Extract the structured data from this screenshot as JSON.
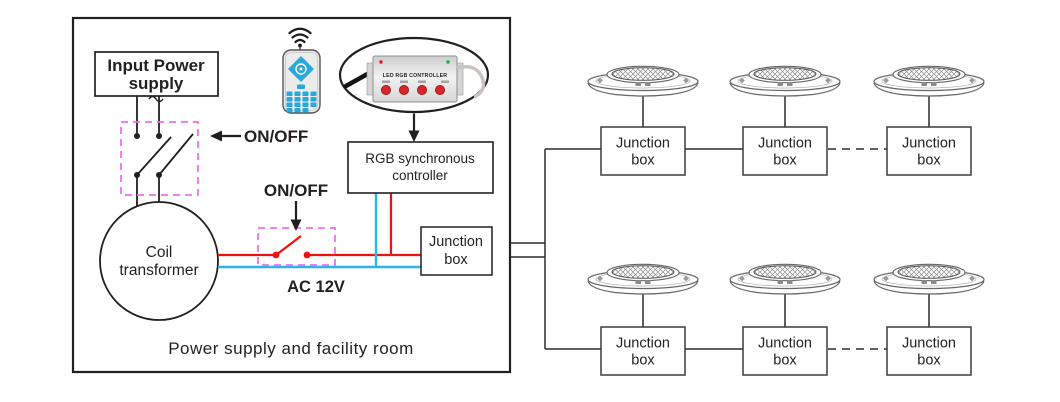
{
  "colors": {
    "wire_red": "#ee1111",
    "wire_blue": "#2ab4ea",
    "switch_dashed_magenta": "#f16ef0",
    "diagram_line": "#231f20"
  },
  "facility_room": {
    "room_label": "Power supply and facility room",
    "input_power_supply": {
      "line1": "Input Power",
      "line2": "supply"
    },
    "main_switch_label": "ON/OFF",
    "ac_switch_label": "ON/OFF",
    "coil_transformer": {
      "line1": "Coil",
      "line2": "transformer"
    },
    "ac_voltage_label": "AC 12V",
    "rgb_controller": {
      "line1": "RGB synchronous",
      "line2": "controller"
    },
    "junction_box": {
      "line1": "Junction",
      "line2": "box"
    },
    "controller_device_text": "LED RGB CONTROLLER"
  },
  "pool_lights": {
    "rows": [
      {
        "junction_boxes": [
          {
            "line1": "Junction",
            "line2": "box"
          },
          {
            "line1": "Junction",
            "line2": "box"
          },
          {
            "line1": "Junction",
            "line2": "box"
          }
        ]
      },
      {
        "junction_boxes": [
          {
            "line1": "Junction",
            "line2": "box"
          },
          {
            "line1": "Junction",
            "line2": "box"
          },
          {
            "line1": "Junction",
            "line2": "box"
          }
        ]
      }
    ]
  }
}
